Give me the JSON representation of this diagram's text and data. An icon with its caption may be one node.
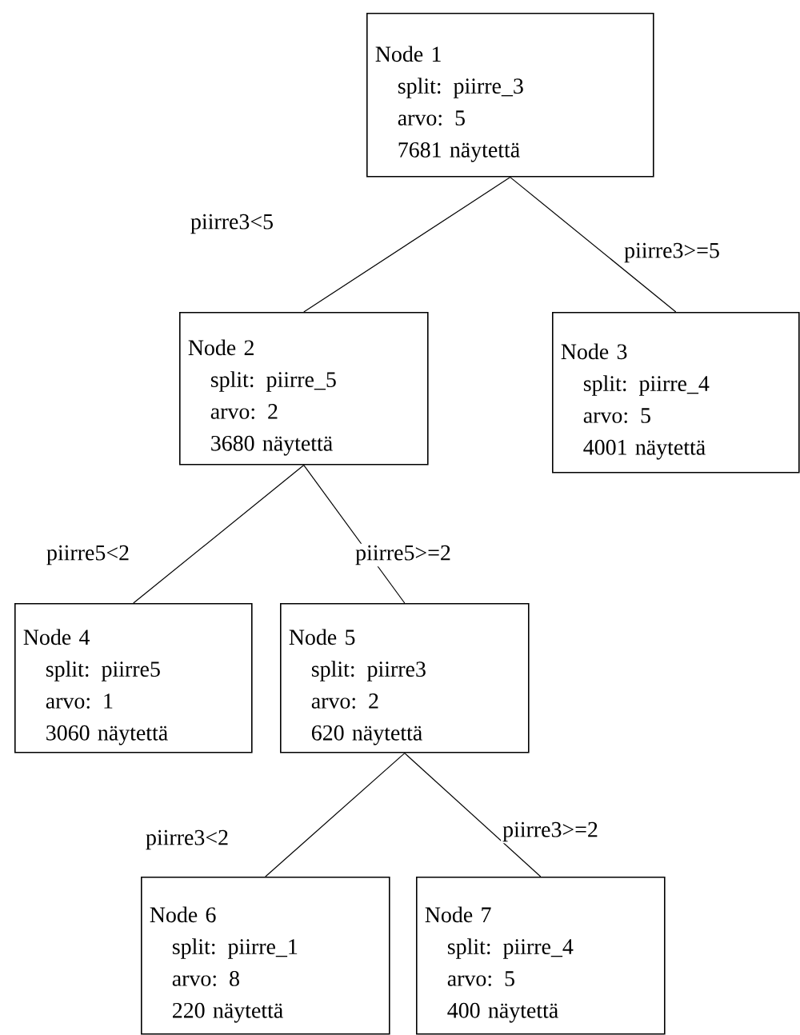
{
  "diagram": {
    "nodes": [
      {
        "text": [
          "Node 1",
          "split: piirre_3",
          "arvo: 5",
          "7681 näytettä"
        ]
      },
      {
        "text": [
          "Node 2",
          "split: piirre_5",
          "arvo: 2",
          "3680 näytettä"
        ]
      },
      {
        "text": [
          "Node 3",
          "split: piirre_4",
          "arvo: 5",
          "4001 näytettä"
        ]
      },
      {
        "text": [
          "Node 4",
          "split: piirre5",
          "arvo: 1",
          "3060 näytettä"
        ]
      },
      {
        "text": [
          "Node 5",
          "split: piirre3",
          "arvo: 2",
          "620 näytettä"
        ]
      },
      {
        "text": [
          "Node 6",
          "split: piirre_1",
          "arvo: 8",
          "220 näytettä"
        ]
      },
      {
        "text": [
          "Node 7",
          "split: piirre_4",
          "arvo: 5",
          "400 näytettä"
        ]
      }
    ],
    "edges": [
      {
        "from": 0,
        "to": 1,
        "arrow": "none",
        "label": "piirre3<5"
      },
      {
        "from": 0,
        "to": 2,
        "arrow": "none",
        "label": "piirre3>=5"
      },
      {
        "from": 1,
        "to": 3,
        "arrow": "none",
        "label": "piirre5<2"
      },
      {
        "from": 1,
        "to": 4,
        "arrow": "none",
        "label": "piirre5>=2"
      },
      {
        "from": 4,
        "to": 5,
        "arrow": "none",
        "label": "piirre3<2"
      },
      {
        "from": 4,
        "to": 6,
        "arrow": "none",
        "label": "piirre3>=2"
      }
    ]
  }
}
